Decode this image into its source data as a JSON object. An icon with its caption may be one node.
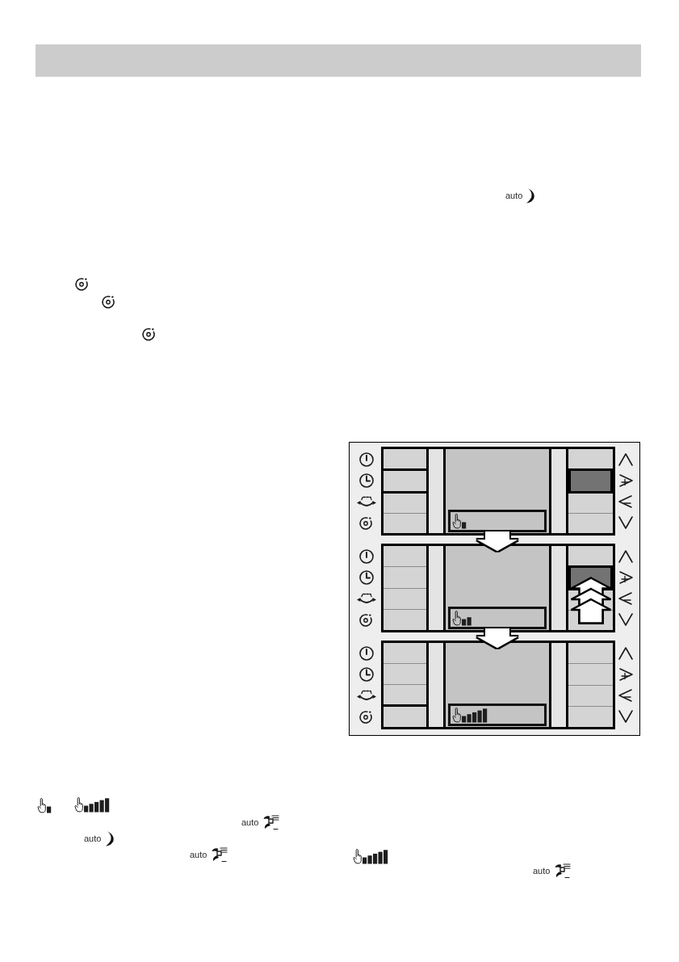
{
  "diagram": {
    "nodes": [
      {
        "text": [],
        "shape": "box"
      },
      {
        "text": [],
        "shape": "box"
      },
      {
        "text": [],
        "shape": "box"
      }
    ],
    "edges": [
      {
        "from": 0,
        "to": 1,
        "arrow": "to"
      },
      {
        "from": 1,
        "to": 2,
        "arrow": "to"
      }
    ],
    "labels": [
      "auto",
      "auto",
      "auto",
      "auto",
      "auto"
    ]
  }
}
